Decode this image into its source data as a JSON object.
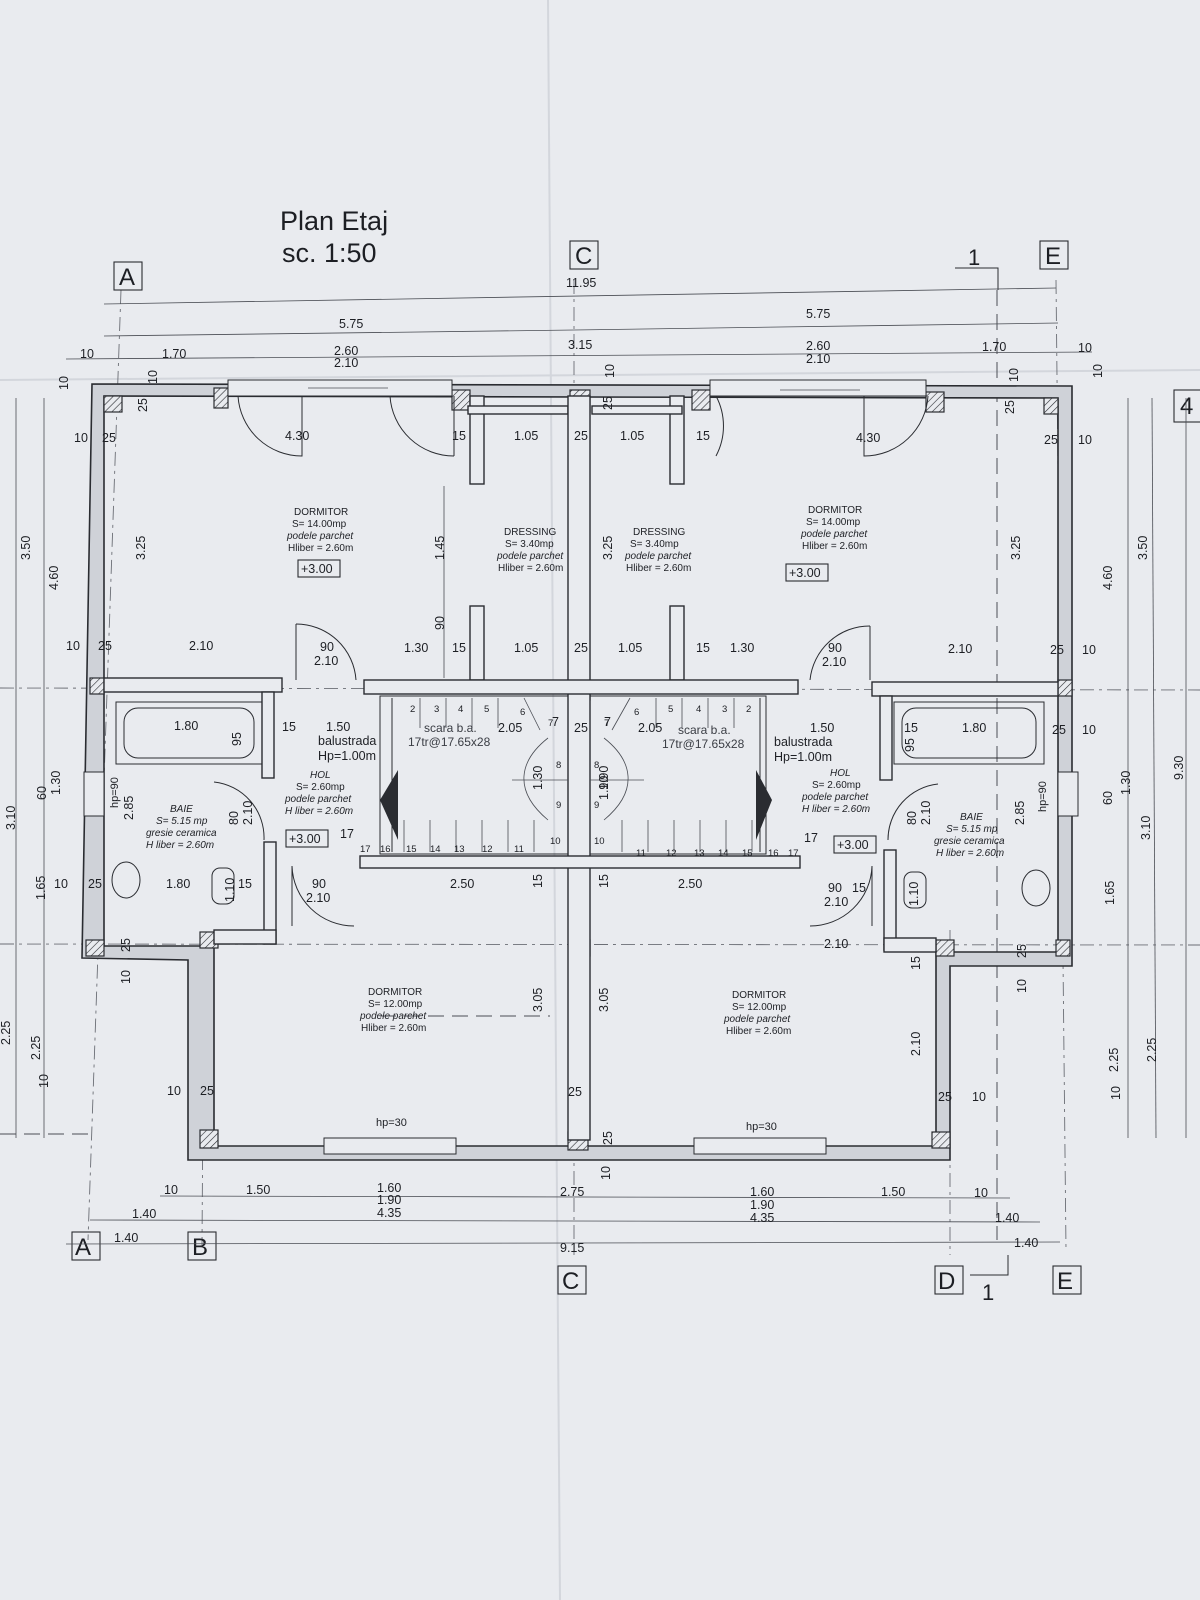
{
  "title": {
    "line1": "Plan Etaj",
    "line2": "sc. 1:50"
  },
  "axes": {
    "a": "A",
    "b": "B",
    "c": "C",
    "d": "D",
    "e": "E",
    "section": "1",
    "sheet_edge": "4"
  },
  "dims": {
    "top_total": "11.95",
    "top_left_span": "5.75",
    "top_right_span": "5.75",
    "top_left_1": "10",
    "top_left_2": "1.70",
    "top_left_win_a": "2.60",
    "top_left_win_b": "2.10",
    "top_mid": "3.15",
    "top_mid_10": "10",
    "top_right_win_a": "2.60",
    "top_right_win_b": "2.10",
    "top_right_2": "1.70",
    "top_right_10a": "10",
    "top_right_10b": "10",
    "left_350": "3.50",
    "left_460": "4.60",
    "left_325": "3.25",
    "left_310": "3.10",
    "left_165": "1.65",
    "left_130": "1.30",
    "left_60": "60",
    "left_285": "2.85",
    "left_225a": "2.25",
    "left_225b": "2.25",
    "left_10": "10",
    "left_10b": "10",
    "right_350": "3.50",
    "right_460": "4.60",
    "right_325": "3.25",
    "right_930": "9.30",
    "right_310": "3.10",
    "right_130": "1.30",
    "right_60": "60",
    "right_285": "2.85",
    "right_165": "1.65",
    "right_225a": "2.25",
    "right_225b": "2.25",
    "right_10": "10",
    "right_10b": "10",
    "bot_10": "10",
    "bot_150a": "1.50",
    "bot_160a": "1.60",
    "bot_190a": "1.90",
    "bot_435a": "4.35",
    "bot_275": "2.75",
    "bot_160b": "1.60",
    "bot_190b": "1.90",
    "bot_435b": "4.35",
    "bot_150b": "1.50",
    "bot_10b": "10",
    "bot_140a": "1.40",
    "bot_140b": "1.40",
    "bot_140c": "1.40",
    "bot_140d": "1.40",
    "bot_915": "9.15",
    "r1_430a": "4.30",
    "r1_430b": "4.30",
    "r1_15a": "15",
    "r1_105a": "1.05",
    "r1_25a": "25",
    "r1_105b": "1.05",
    "r1_15b": "15",
    "r1_25_left": "25",
    "r1_10_left": "10",
    "r1_25_right": "25",
    "r1_10_right": "10",
    "r2_210a": "2.10",
    "r2_90a": "90",
    "r2_210b": "2.10",
    "r2_130a": "1.30",
    "r2_15a": "15",
    "r2_105a": "1.05",
    "r2_25": "25",
    "r2_105b": "1.05",
    "r2_15b": "15",
    "r2_130b": "1.30",
    "r2_90b": "90",
    "r2_210c": "2.10",
    "r2_210d": "2.10",
    "r2_10_left": "10",
    "r2_25_left": "25",
    "r2_25_right": "25",
    "r2_10_right": "10",
    "v_145": "1.45",
    "v_90": "90",
    "v_325_mid": "3.25",
    "v_25a": "25",
    "v_25b": "25",
    "v_25c": "25",
    "v_10a": "10",
    "v_10b": "10",
    "r3_180a": "1.80",
    "r3_95a": "95",
    "r3_15a": "15",
    "r3_150a": "1.50",
    "r3_205a": "2.05",
    "r3_7a": "7",
    "r3_25": "25",
    "r3_7b": "7",
    "r3_205b": "2.05",
    "r3_150b": "1.50",
    "r3_15b": "15",
    "r3_95b": "95",
    "r3_180b": "1.80",
    "r3_25_right": "25",
    "r3_10_right": "10",
    "v_130a": "1.30",
    "v_190a": "1.90",
    "v_190b": "1.90",
    "v_80a": "80",
    "v_210a": "2.10",
    "v_80b": "80",
    "v_210b": "2.10",
    "r4_17a": "17",
    "r4_17b": "17",
    "r5_10": "10",
    "r5_25": "25",
    "r5_180": "1.80",
    "r5_110a": "1.10",
    "r5_15a": "15",
    "r5_90a": "90",
    "r5_210a": "2.10",
    "r5_250a": "2.50",
    "r5_15b": "15",
    "r5_15c": "15",
    "r5_250b": "2.50",
    "r5_90b": "90",
    "r5_15d": "15",
    "r5_210b": "2.10",
    "r5_110b": "1.10",
    "r5_210c": "2.10",
    "v_305a": "3.05",
    "v_305b": "3.05",
    "v_210c": "2.10",
    "v_15e": "15",
    "v_25d": "25",
    "v_25e": "25",
    "v_10c": "10",
    "r6_10a": "10",
    "r6_25a": "25",
    "r6_25b": "25",
    "r6_25c": "25",
    "r6_10b": "10",
    "r6_hp30a": "hp=30",
    "r6_hp30b": "hp=30",
    "r6_25d": "25",
    "r6_10c": "10",
    "hp90a": "hp=90",
    "hp90b": "hp=90"
  },
  "rooms": {
    "dorm_tl": {
      "name": "DORMITOR",
      "area": "S= 14.00mp",
      "floor": "podele parchet",
      "height": "Hliber = 2.60m",
      "elev": "+3.00"
    },
    "dress_l": {
      "name": "DRESSING",
      "area": "S= 3.40mp",
      "floor": "podele parchet",
      "height": "Hliber = 2.60m"
    },
    "dress_r": {
      "name": "DRESSING",
      "area": "S= 3.40mp",
      "floor": "podele parchet",
      "height": "Hliber = 2.60m"
    },
    "dorm_tr": {
      "name": "DORMITOR",
      "area": "S= 14.00mp",
      "floor": "podele parchet",
      "height": "Hliber = 2.60m",
      "elev": "+3.00"
    },
    "baie_l": {
      "name": "BAIE",
      "area": "S= 5.15 mp",
      "floor": "gresie ceramica",
      "height": "H liber = 2.60m"
    },
    "hol_l": {
      "name": "HOL",
      "area": "S= 2.60mp",
      "floor": "podele parchet",
      "height": "H liber = 2.60m",
      "elev": "+3.00"
    },
    "hol_r": {
      "name": "HOL",
      "area": "S= 2.60mp",
      "floor": "podele parchet",
      "height": "H liber = 2.60m",
      "elev": "+3.00"
    },
    "baie_r": {
      "name": "BAIE",
      "area": "S= 5.15 mp",
      "floor": "gresie ceramica",
      "height": "H liber = 2.60m"
    },
    "dorm_bl": {
      "name": "DORMITOR",
      "area": "S= 12.00mp",
      "floor": "podele parchet",
      "height": "Hliber = 2.60m"
    },
    "dorm_br": {
      "name": "DORMITOR",
      "area": "S= 12.00mp",
      "floor": "podele parchet",
      "height": "Hliber = 2.60m"
    }
  },
  "stairs": {
    "left": {
      "type": "scara b.a.",
      "spec": "17tr@17.65x28",
      "rail": "balustrada",
      "rail_h": "Hp=1.00m"
    },
    "right": {
      "type": "scara b.a.",
      "spec": "17tr@17.65x28",
      "rail": "balustrada",
      "rail_h": "Hp=1.00m"
    },
    "steps_top_left": [
      "2",
      "3",
      "4",
      "5",
      "6"
    ],
    "steps_bottom_left": [
      "17",
      "16",
      "15",
      "14",
      "13",
      "12",
      "11"
    ],
    "steps_top_right": [
      "6",
      "5",
      "4",
      "3",
      "2"
    ],
    "steps_bottom_right": [
      "11",
      "12",
      "13",
      "14",
      "15",
      "16",
      "17"
    ],
    "mid_left": [
      "7",
      "8",
      "9",
      "10"
    ],
    "mid_right": [
      "7",
      "8",
      "9",
      "10"
    ]
  }
}
